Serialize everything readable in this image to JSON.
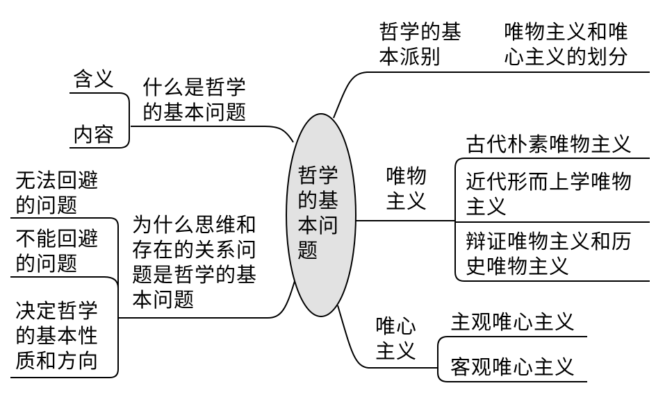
{
  "center": {
    "line1": "哲学",
    "line2": "的基",
    "line3": "本问",
    "line4": "题"
  },
  "top_branch": {
    "label": {
      "line1": "哲学的基",
      "line2": "本派别"
    },
    "detail": {
      "line1": "唯物主义和唯",
      "line2": "心主义的划分"
    }
  },
  "what_branch": {
    "label": {
      "line1": "什么是哲学",
      "line2": "的基本问题"
    },
    "children": [
      "含义",
      "内容"
    ]
  },
  "why_branch": {
    "label": {
      "line1": "为什么思维和",
      "line2": "存在的关系问",
      "line3": "题是哲学的基",
      "line4": "本问题"
    },
    "children": [
      {
        "line1": "无法回避",
        "line2": "的问题"
      },
      {
        "line1": "不能回避",
        "line2": "的问题"
      },
      {
        "line1": "决定哲学",
        "line2": "的基本性",
        "line3": "质和方向"
      }
    ]
  },
  "materialism_branch": {
    "label": {
      "line1": "唯物",
      "line2": "主义"
    },
    "children": [
      {
        "line1": "古代朴素唯物主义"
      },
      {
        "line1": "近代形而上学唯物",
        "line2": "主义"
      },
      {
        "line1": "辩证唯物主义和历",
        "line2": "史唯物主义"
      }
    ]
  },
  "idealism_branch": {
    "label": {
      "line1": "唯心",
      "line2": "主义"
    },
    "children": [
      "主观唯心主义",
      "客观唯心主义"
    ]
  },
  "colors": {
    "ellipse_fill": "#e2e2e2",
    "line": "#000000"
  }
}
